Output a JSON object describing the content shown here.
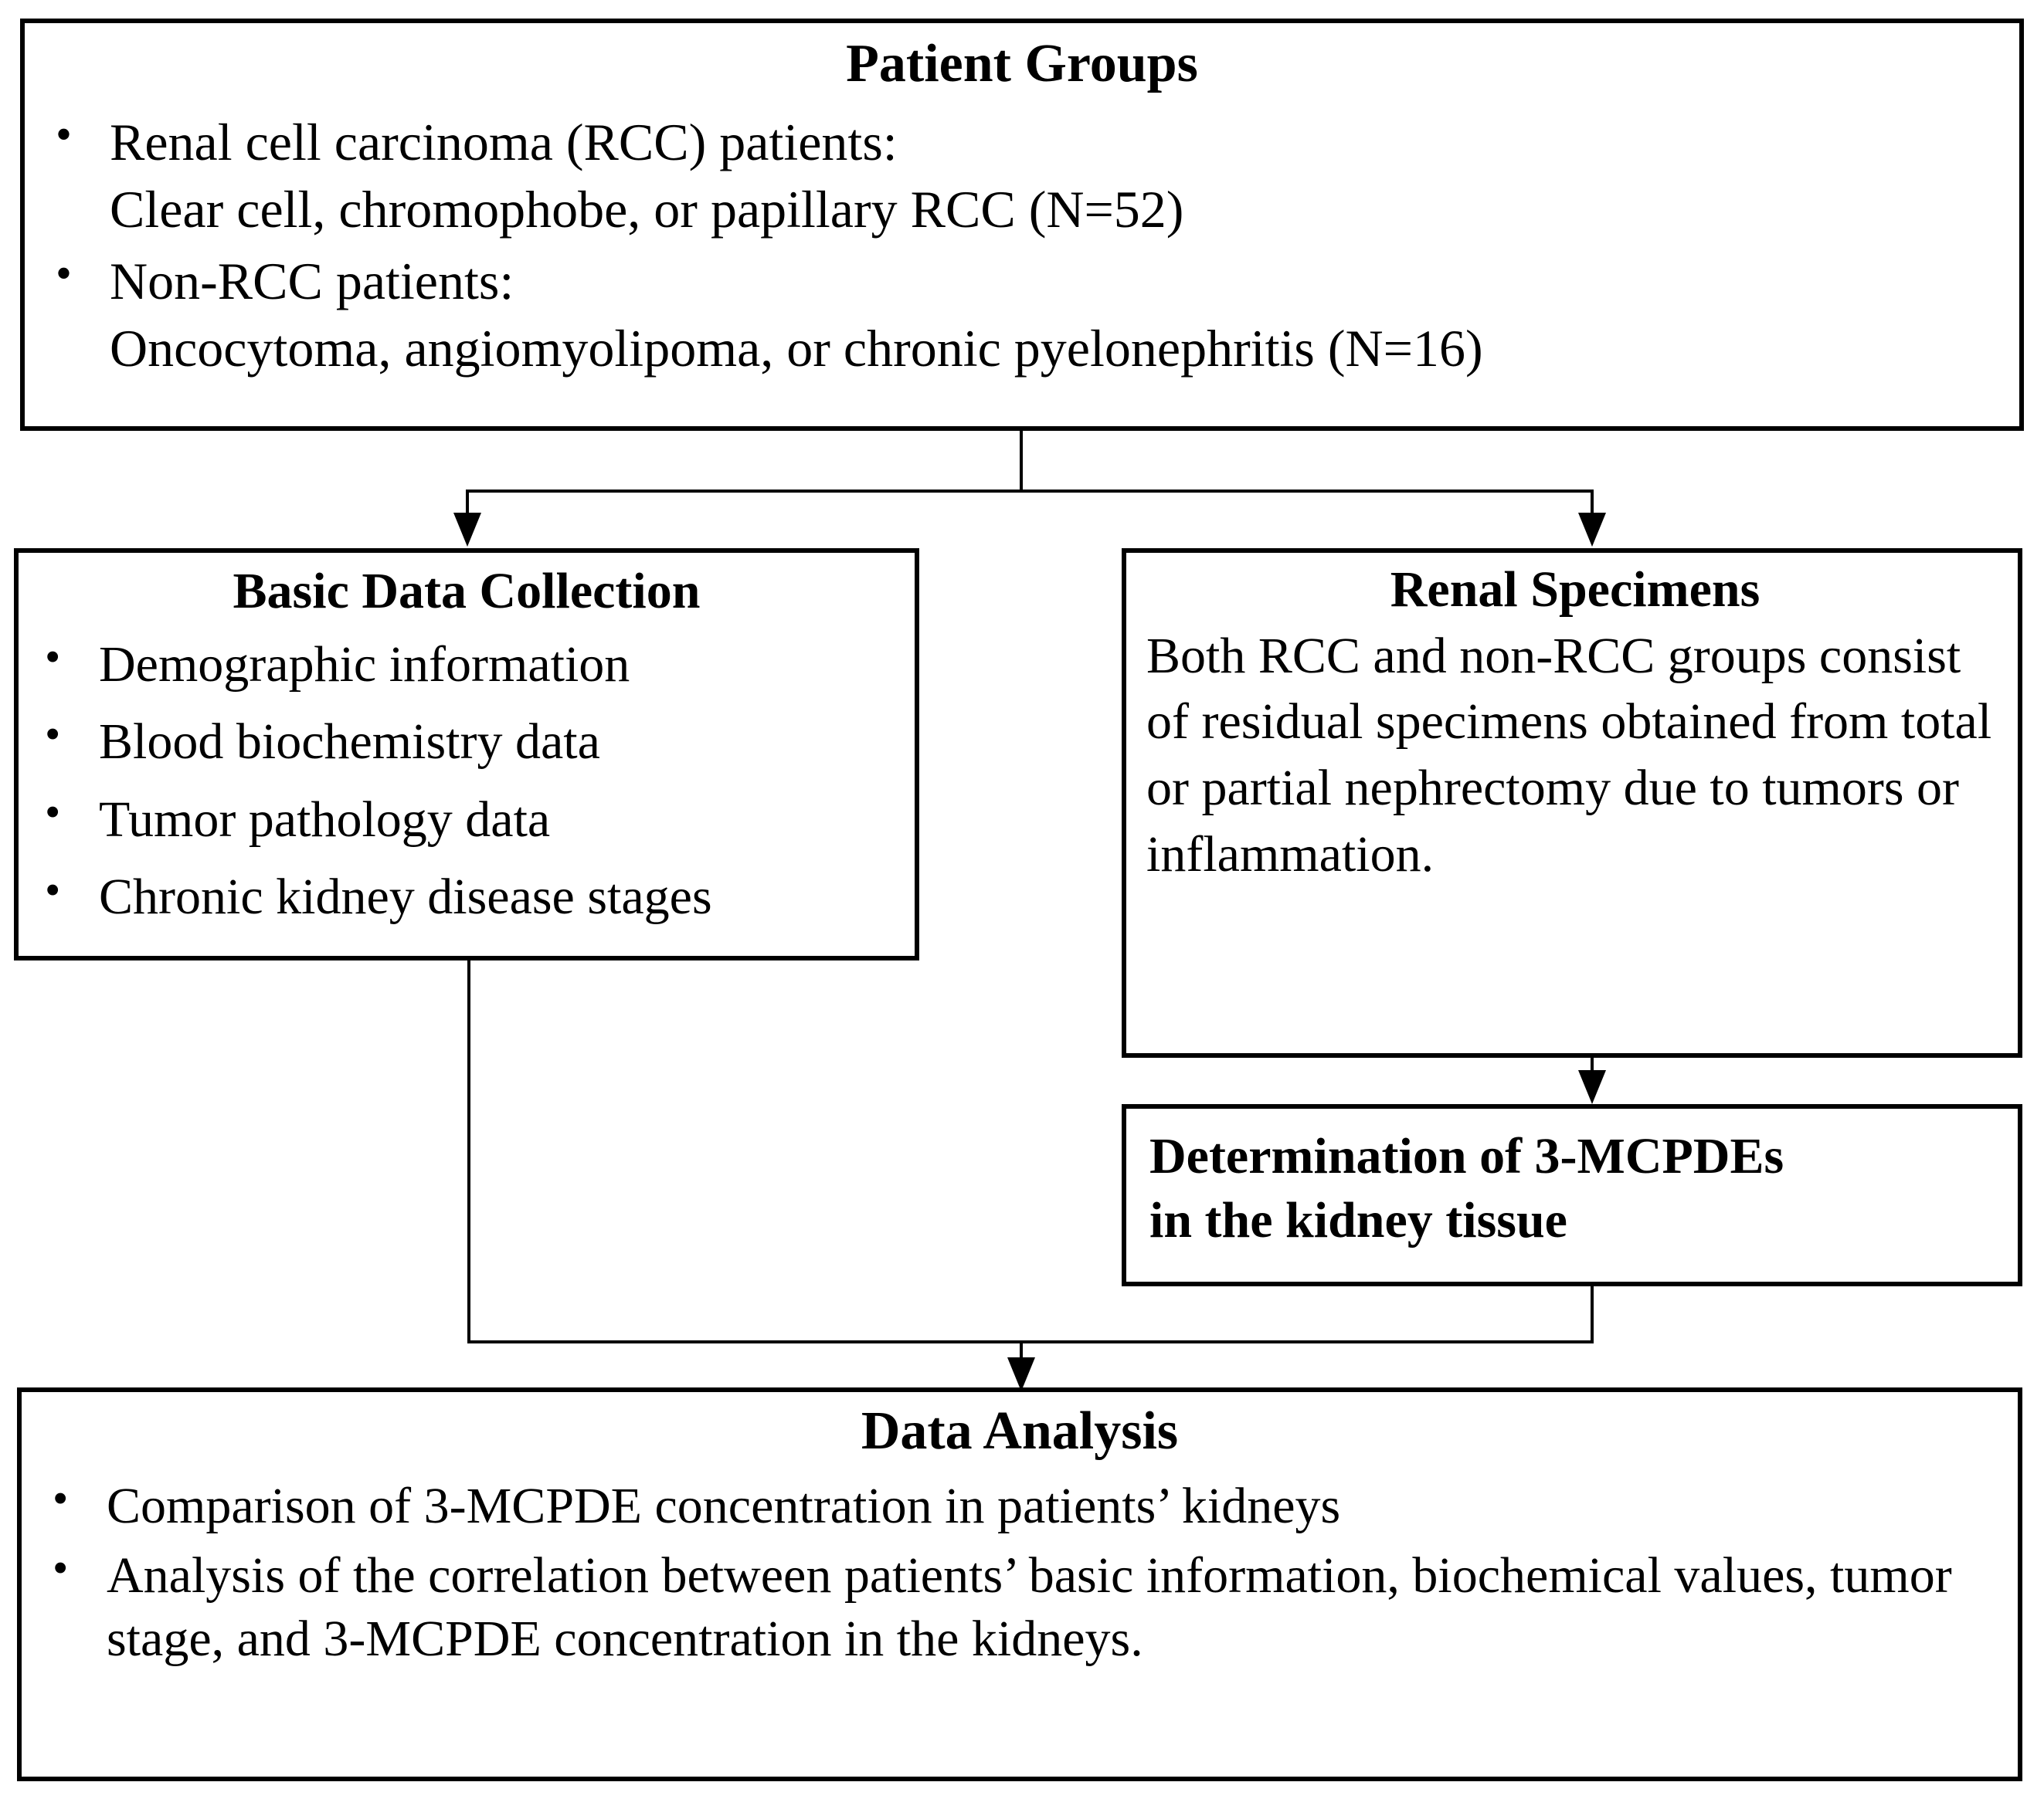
{
  "figure": {
    "type": "flowchart",
    "orientation": "top-down",
    "line_color": "#000000",
    "background_color": "#ffffff",
    "text_color": "#000000"
  },
  "boxes": {
    "patient_groups": {
      "title": "Patient Groups",
      "items": [
        {
          "label": "Renal cell carcinoma (RCC) patients:",
          "detail": "Clear cell, chromophobe, or papillary RCC (N=52)"
        },
        {
          "label": "Non-RCC patients:",
          "detail": "Oncocytoma, angiomyolipoma, or chronic pyelonephritis (N=16)"
        }
      ]
    },
    "basic_data_collection": {
      "title": "Basic Data Collection",
      "items": [
        "Demographic information",
        "Blood biochemistry data",
        "Tumor pathology data",
        "Chronic kidney disease stages"
      ]
    },
    "renal_specimens": {
      "title": "Renal Specimens",
      "body": "Both RCC and non-RCC groups consist of residual specimens obtained from total or partial nephrectomy due to tumors or inflammation."
    },
    "determination": {
      "line1": "Determination of 3-MCPDEs",
      "line2": "in the kidney tissue"
    },
    "data_analysis": {
      "title": "Data Analysis",
      "items": [
        "Comparison of 3-MCPDE concentration in patients’ kidneys",
        "Analysis of the correlation between patients’ basic information, biochemical values, tumor stage, and 3-MCPDE concentration in the kidneys."
      ]
    }
  },
  "connections": [
    {
      "from": "patient_groups",
      "to": "basic_data_collection",
      "style": "elbow-split-left-arrow"
    },
    {
      "from": "patient_groups",
      "to": "renal_specimens",
      "style": "elbow-split-right-arrow"
    },
    {
      "from": "renal_specimens",
      "to": "determination",
      "style": "straight-down-arrow"
    },
    {
      "from": "basic_data_collection",
      "to": "data_analysis",
      "style": "elbow-merge-left"
    },
    {
      "from": "determination",
      "to": "data_analysis",
      "style": "elbow-merge-right-arrow"
    }
  ]
}
